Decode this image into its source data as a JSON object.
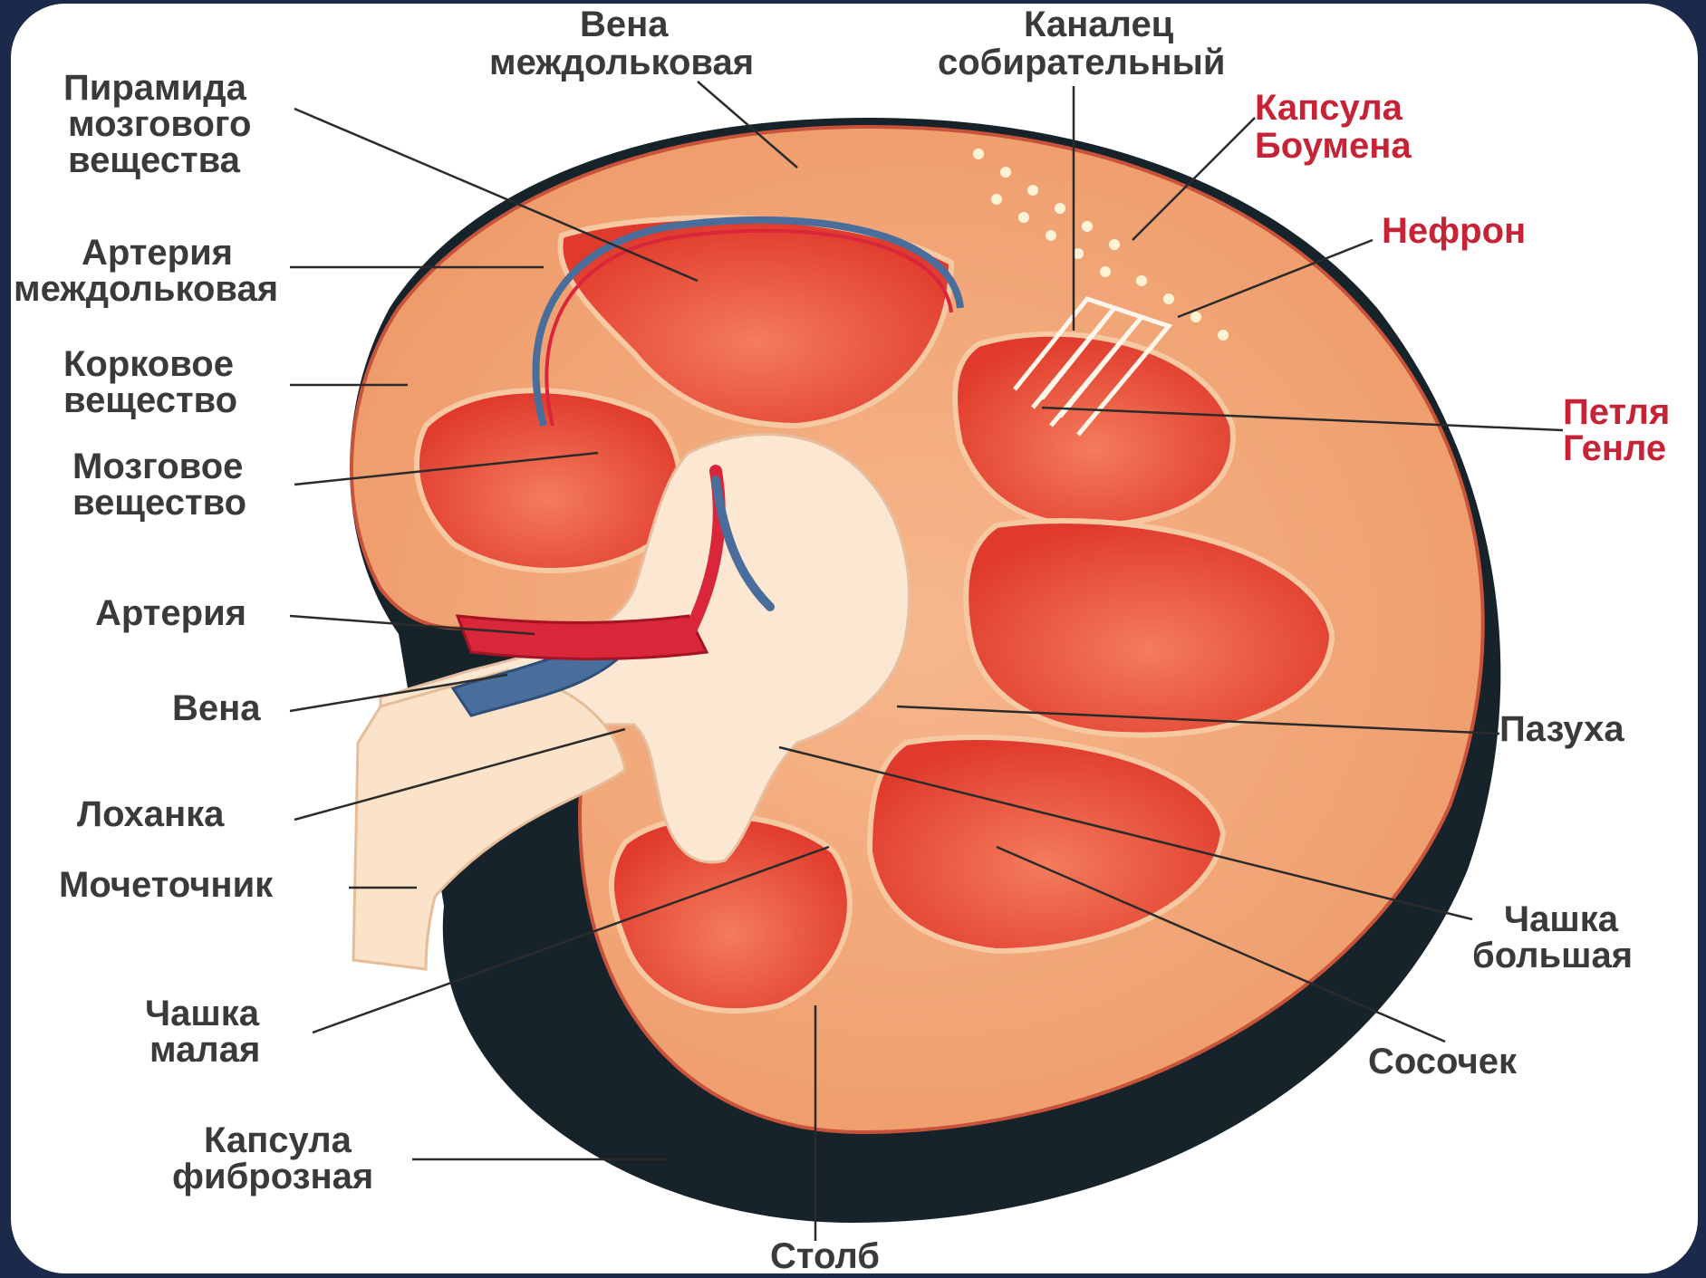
{
  "colors": {
    "frame": "#1b2a4a",
    "panel": "#ffffff",
    "cortex": "#f2a878",
    "medulla": "#e9503a",
    "artery": "#d9263a",
    "vein": "#4a6e9c",
    "sinus": "#fbe7d2",
    "capsule": "#17232b",
    "label_dark": "#3a3a3a",
    "label_red": "#c62336"
  },
  "labels": {
    "vena_interlobular": [
      "Вена",
      "междольковая"
    ],
    "tubule_collecting": [
      "Каналец",
      "собирательный"
    ],
    "capsule_bowman": [
      "Капсула",
      "Боумена"
    ],
    "nephron": [
      "Нефрон"
    ],
    "henle_loop": [
      "Петля",
      "Генле"
    ],
    "pyramid": [
      "Пирамида",
      "мозгового",
      "вещества"
    ],
    "artery_interlobular": [
      "Артерия",
      "междольковая"
    ],
    "cortex": [
      "Корковое",
      "вещество"
    ],
    "medulla": [
      "Мозговое",
      "вещество"
    ],
    "artery": [
      "Артерия"
    ],
    "vein": [
      "Вена"
    ],
    "pelvis": [
      "Лоханка"
    ],
    "ureter": [
      "Мочеточник"
    ],
    "calyx_minor": [
      "Чашка",
      "малая"
    ],
    "capsule_fibrous": [
      "Капсула",
      "фиброзная"
    ],
    "column": [
      "Столб"
    ],
    "sinus": [
      "Пазуха"
    ],
    "calyx_major": [
      "Чашка",
      "большая"
    ],
    "papilla": [
      "Сосочек"
    ]
  }
}
